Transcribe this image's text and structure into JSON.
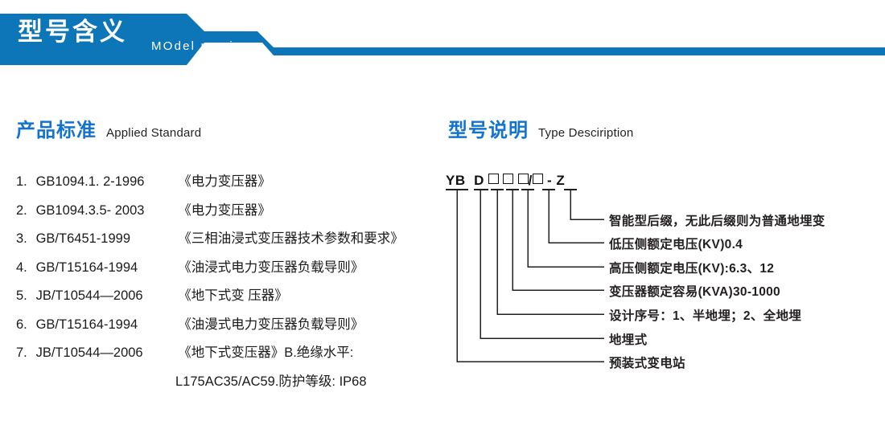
{
  "banner": {
    "title_cn": "型号含义",
    "title_en": "MOdel maning",
    "color": "#0d76b8"
  },
  "sections": {
    "standard": {
      "cn": "产品标准",
      "en": "Applied Standard",
      "accent": "#1373ce"
    },
    "type": {
      "cn": "型号说明",
      "en": "Type Desciription",
      "accent": "#1373ce"
    }
  },
  "standards": [
    {
      "num": "1.",
      "code": "GB1094.1. 2-1996",
      "name": "《电力变压器》"
    },
    {
      "num": "2.",
      "code": "GB1094.3.5- 2003",
      "name": "《电力变压器》"
    },
    {
      "num": "3.",
      "code": "GB/T6451-1999",
      "name": "《三相油浸式变压器技术参数和要求》"
    },
    {
      "num": "4.",
      "code": "GB/T15164-1994",
      "name": "《油浸式电力变压器负载导则》"
    },
    {
      "num": "5.",
      "code": "JB/T10544—2006",
      "name": "《地下式变 压器》"
    },
    {
      "num": "6.",
      "code": "GB/T15164-1994",
      "name": "《油漫式电力变压器负载导则》"
    },
    {
      "num": "7.",
      "code": "JB/T10544—2006",
      "name": "《地下式变压器》B.绝缘水平:"
    }
  ],
  "standards_continuation": "L175AC35/AC59.防护等级: IP68",
  "type_diagram": {
    "code_segments": [
      "YB",
      "D",
      "box",
      "box",
      "box",
      "/",
      "box",
      "-",
      "Z"
    ],
    "code_text": "YB D □□□/□ - Z",
    "labels": [
      "智能型后缀，无此后缀则为普通地埋变",
      "低压侧额定电压(KV)0.4",
      "高压侧额定电压(KV):6.3、12",
      "变压器额定容易(KVA)30-1000",
      "设计序号：1、半地埋；2、全地埋",
      "地埋式",
      "预装式变电站"
    ]
  }
}
